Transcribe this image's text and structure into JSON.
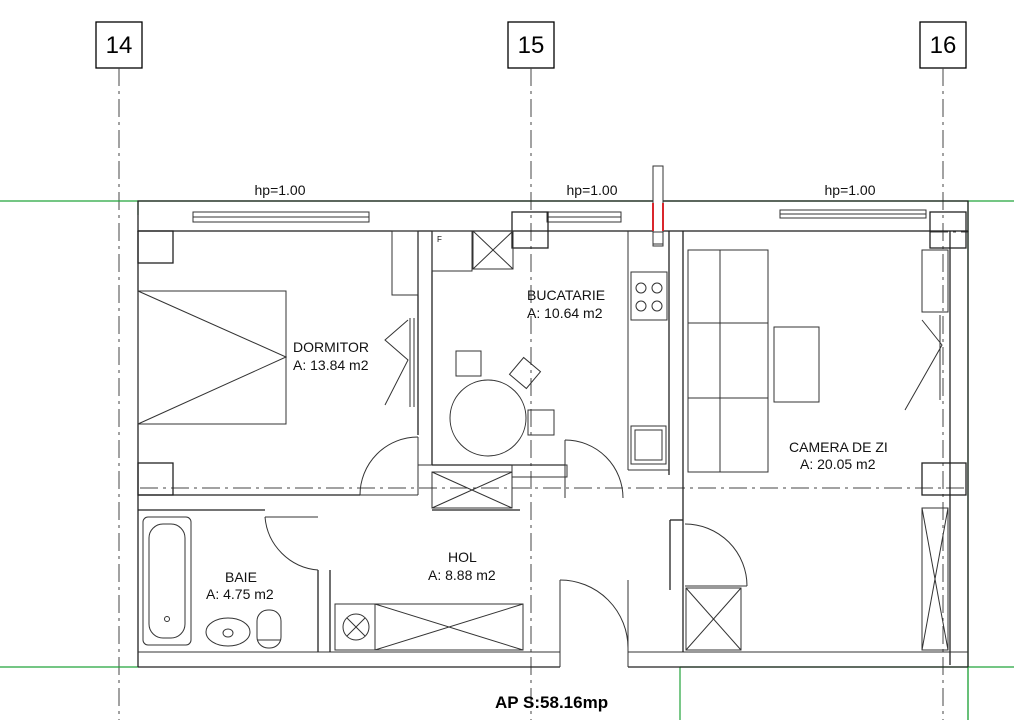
{
  "grid_axes": [
    "14",
    "15",
    "16"
  ],
  "window_heights": [
    "hp=1.00",
    "hp=1.00",
    "hp=1.00"
  ],
  "rooms": [
    {
      "name": "DORMITOR",
      "area": "A: 13.84 m2"
    },
    {
      "name": "BUCATARIE",
      "area": "A: 10.64 m2"
    },
    {
      "name": "CAMERA DE ZI",
      "area": "A: 20.05 m2"
    },
    {
      "name": "BAIE",
      "area": "A: 4.75 m2"
    },
    {
      "name": "HOL",
      "area": "A: 8.88 m2"
    }
  ],
  "fridge_mark": "F",
  "total_area": "AP S:58.16mp",
  "colors": {
    "lines": "#222222",
    "boundary": "#22a33a",
    "pipe": "#d9262c"
  }
}
